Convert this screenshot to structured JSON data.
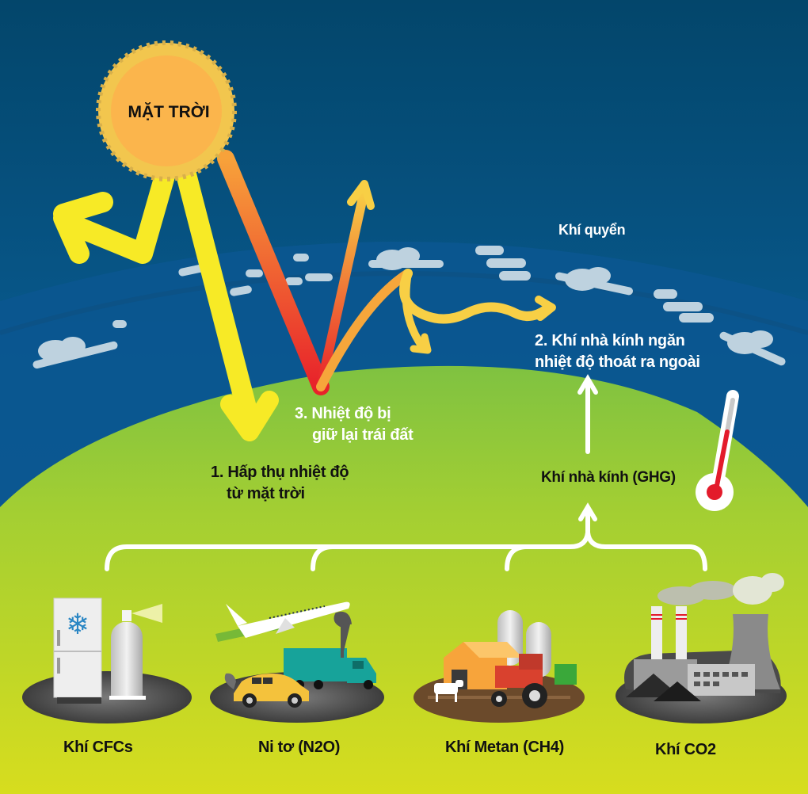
{
  "title": "Greenhouse effect diagram",
  "colors": {
    "sky_top": "#03466b",
    "sky_bottom": "#0a68a8",
    "atmosphere_band": "#0b5a93",
    "ground_top": "#8fc63f",
    "ground_bottom": "#d4dc1f",
    "sun_outer": "#f2c64e",
    "sun_inner": "#fbb54c",
    "ray_yellow": "#f7ea26",
    "ray_red": "#e8222a",
    "ray_orange": "#f6a63b",
    "cloud": "#c8d9e3",
    "arrow_white": "#ffffff",
    "thermometer_red": "#e31b2b"
  },
  "sun": {
    "label": "MẶT TRỜI"
  },
  "atmosphere": {
    "label": "Khí quyển"
  },
  "steps": [
    {
      "id": 1,
      "lines": [
        "1. Hấp thụ nhiệt độ",
        "từ mặt trời"
      ]
    },
    {
      "id": 2,
      "lines": [
        "2. Khí nhà kính ngăn",
        "nhiệt độ thoát ra ngoài"
      ]
    },
    {
      "id": 3,
      "lines": [
        "3. Nhiệt độ bị",
        "giữ lại trái đất"
      ]
    }
  ],
  "ghg": {
    "label": "Khí nhà kính (GHG)"
  },
  "sources": [
    {
      "label": "Khí CFCs",
      "icon": "fridge-and-spray-can"
    },
    {
      "label": "Ni tơ (N2O)",
      "icon": "plane-car-truck"
    },
    {
      "label": "Khí Metan (CH4)",
      "icon": "farm-barn-tractor-cow"
    },
    {
      "label": "Khí CO2",
      "icon": "factory-power-plant"
    }
  ]
}
